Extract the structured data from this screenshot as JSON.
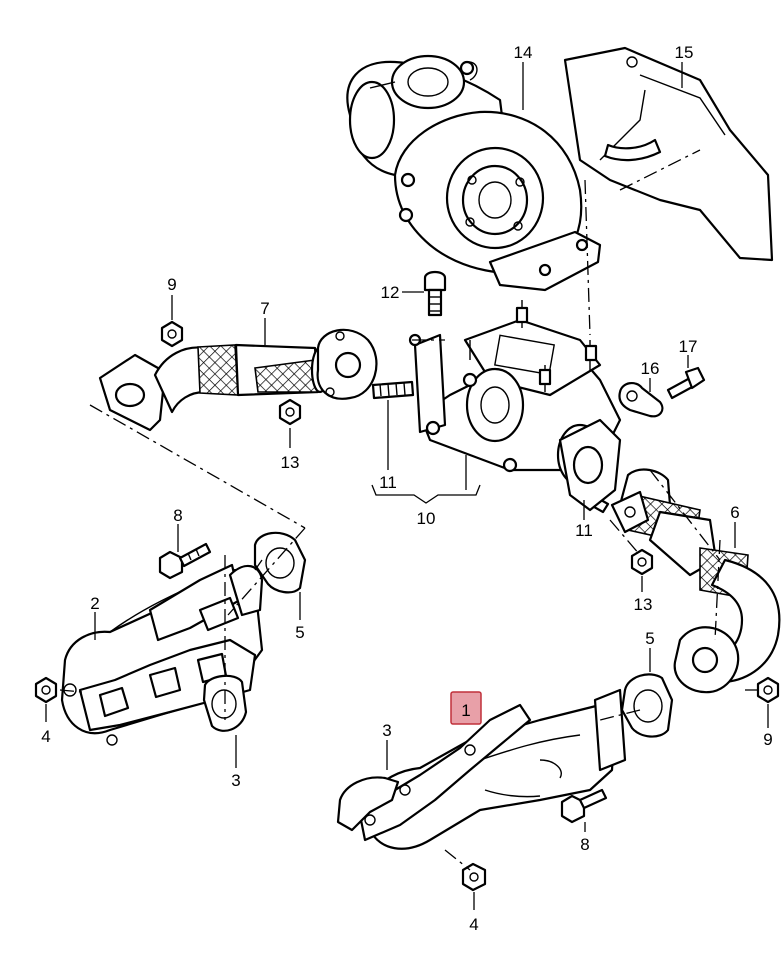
{
  "diagram": {
    "callouts": [
      {
        "id": "c14",
        "label": "14"
      },
      {
        "id": "c15",
        "label": "15"
      },
      {
        "id": "c12",
        "label": "12"
      },
      {
        "id": "c9a",
        "label": "9"
      },
      {
        "id": "c7",
        "label": "7"
      },
      {
        "id": "c13a",
        "label": "13"
      },
      {
        "id": "c11a",
        "label": "11"
      },
      {
        "id": "c10",
        "label": "10"
      },
      {
        "id": "c17",
        "label": "17"
      },
      {
        "id": "c16",
        "label": "16"
      },
      {
        "id": "c11b",
        "label": "11"
      },
      {
        "id": "c6",
        "label": "6"
      },
      {
        "id": "c13b",
        "label": "13"
      },
      {
        "id": "c8a",
        "label": "8"
      },
      {
        "id": "c2",
        "label": "2"
      },
      {
        "id": "c5a",
        "label": "5"
      },
      {
        "id": "c4a",
        "label": "4"
      },
      {
        "id": "c3a",
        "label": "3"
      },
      {
        "id": "c5b",
        "label": "5"
      },
      {
        "id": "c1",
        "label": "1",
        "highlighted": true
      },
      {
        "id": "c9b",
        "label": "9"
      },
      {
        "id": "c3b",
        "label": "3"
      },
      {
        "id": "c8b",
        "label": "8"
      },
      {
        "id": "c4b",
        "label": "4"
      }
    ],
    "highlight_color": "#e8a0a8",
    "line_color": "#000000"
  }
}
